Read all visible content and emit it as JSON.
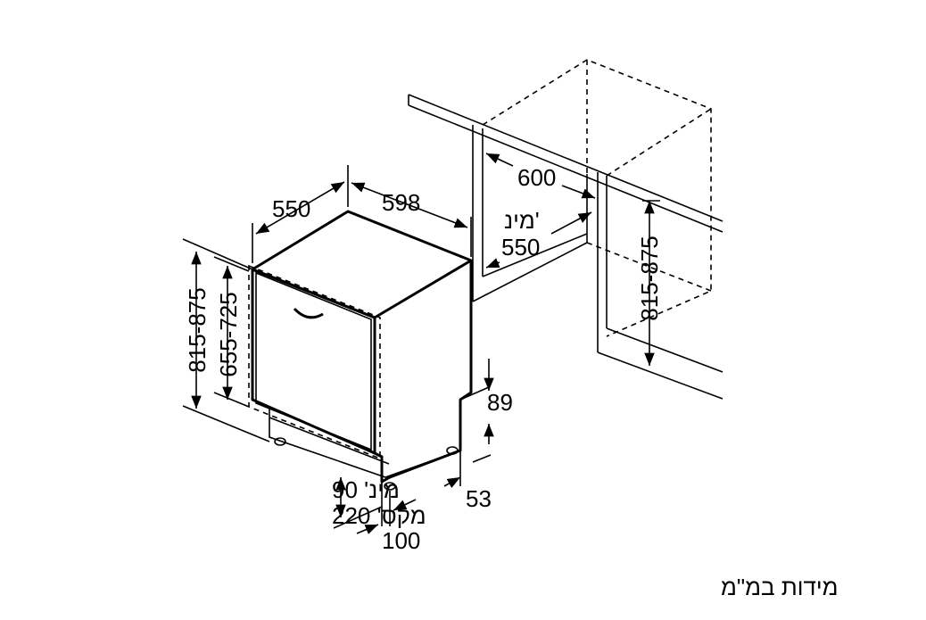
{
  "dimensions": {
    "depth": "550",
    "width": "598",
    "height_total": "815-875",
    "height_appliance": "655-725",
    "niche_width": "600",
    "niche_depth_min_label": "מינ'",
    "niche_depth_min": "550",
    "niche_height": "815-875",
    "toe_kick_top": "89",
    "toe_kick_depth": "53",
    "plinth_min": "מינ' 90",
    "plinth_max": "מקס' 220",
    "foot_offset": "100"
  },
  "caption": "מידות במ\"מ",
  "colors": {
    "line": "#000000",
    "background": "#ffffff"
  }
}
